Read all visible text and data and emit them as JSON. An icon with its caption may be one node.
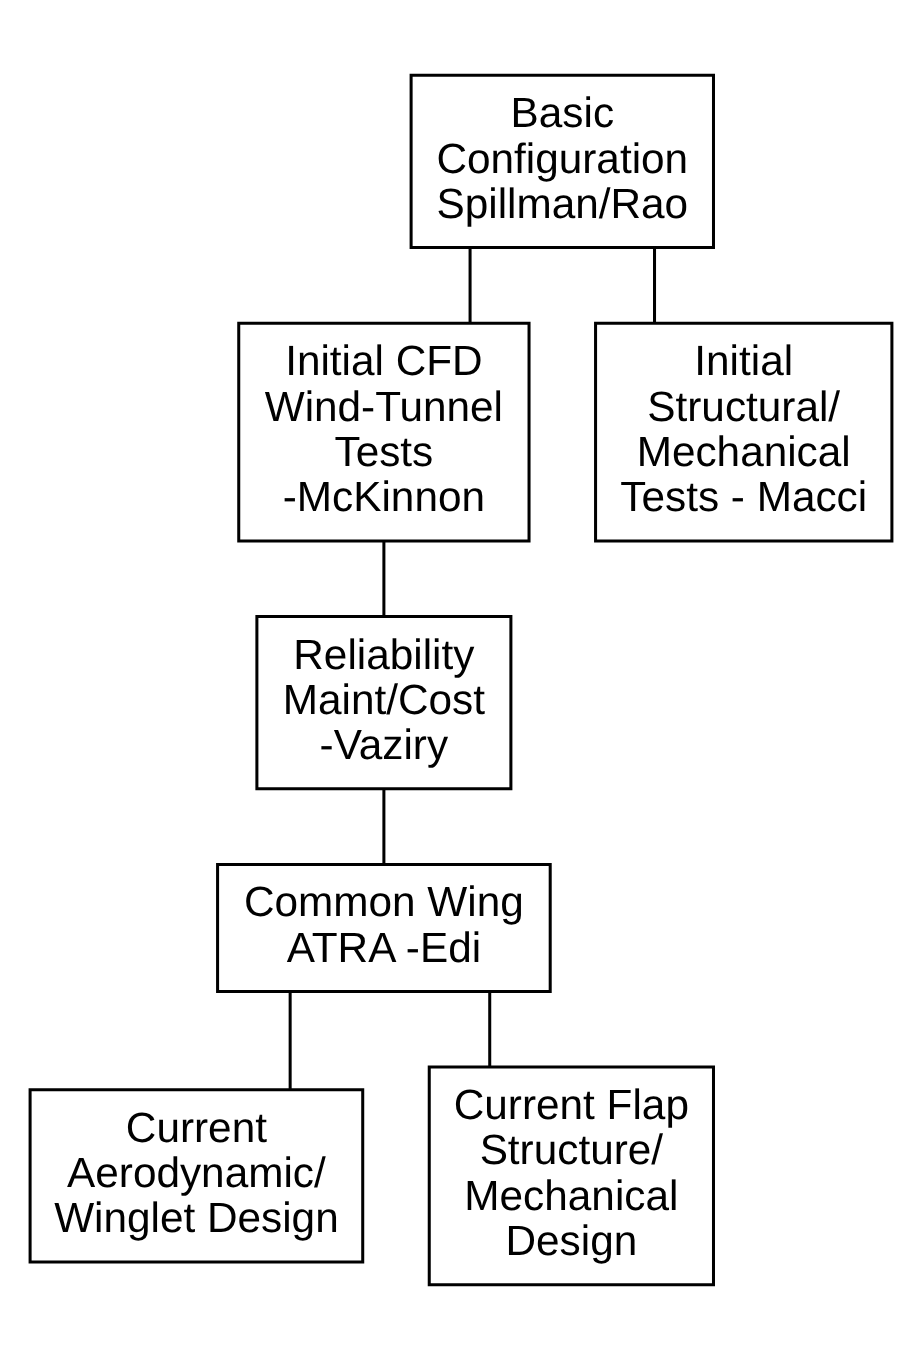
{
  "diagram": {
    "nodes": [
      {
        "text": [
          "Basic Configuration Spillman/Rao"
        ]
      },
      {
        "text": [
          "Initial CFD Wind-Tunnel Tests -McKinnon"
        ]
      },
      {
        "text": [
          "Initial Structural/ Mechanical Tests - Macci"
        ]
      },
      {
        "text": [
          "Reliability Maint/Cost -Vaziry"
        ]
      },
      {
        "text": [
          "Common Wing ATRA -Edi"
        ]
      },
      {
        "text": [
          "Current Aerodynamic/ Winglet Design"
        ]
      },
      {
        "text": [
          "Current Flap Structure/ Mechanical Design"
        ]
      }
    ],
    "edges": [
      {
        "from": 0,
        "to": 1,
        "arrow": "none"
      },
      {
        "from": 0,
        "to": 2,
        "arrow": "none"
      },
      {
        "from": 1,
        "to": 3,
        "arrow": "none"
      },
      {
        "from": 3,
        "to": 4,
        "arrow": "none"
      },
      {
        "from": 4,
        "to": 5,
        "arrow": "none"
      },
      {
        "from": 4,
        "to": 6,
        "arrow": "none"
      }
    ]
  }
}
